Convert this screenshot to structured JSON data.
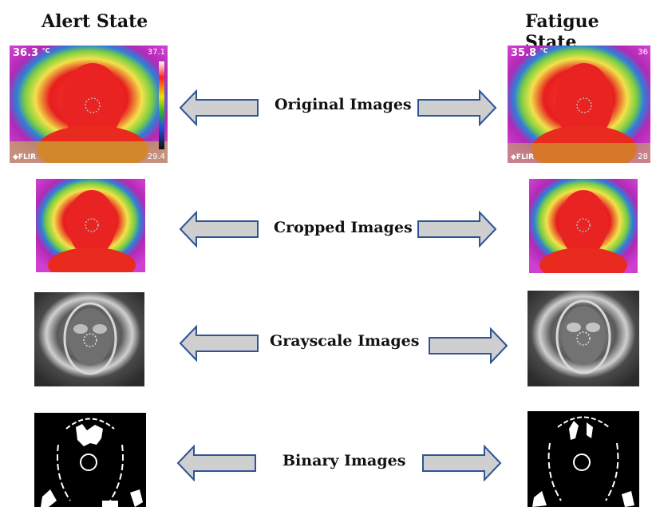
{
  "headers": {
    "alert": "Alert State",
    "fatigue": "Fatigue State"
  },
  "rows": [
    {
      "label": "Original Images"
    },
    {
      "label": "Cropped Images"
    },
    {
      "label": "Grayscale Images"
    },
    {
      "label": "Binary Images"
    }
  ],
  "overlays": {
    "alert_temp": "36.3",
    "alert_unit": "°C",
    "alert_max": "37.1",
    "alert_min": "29.4",
    "fatigue_temp": "35.8",
    "fatigue_unit": "°C",
    "fatigue_max": "36",
    "fatigue_min": "28",
    "brand": "FLIR"
  },
  "colors": {
    "arrow_fill": "#cfcfcf",
    "arrow_stroke": "#2e5597"
  }
}
